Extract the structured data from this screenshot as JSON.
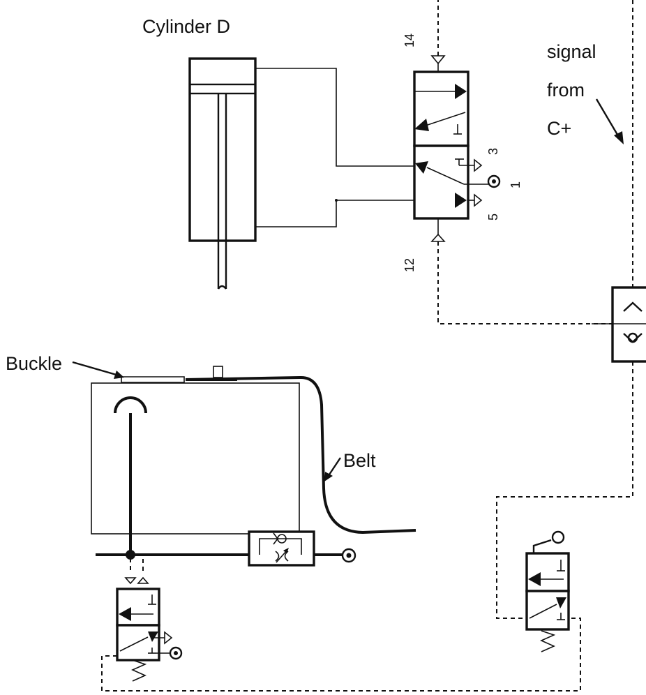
{
  "labels": {
    "cylinder": "Cylinder D",
    "signal_line1": "signal",
    "signal_line2": "from",
    "signal_line3": "C+",
    "buckle": "Buckle",
    "belt": "Belt"
  },
  "ports": {
    "p14": "14",
    "p12": "12",
    "p3": "3",
    "p1": "1",
    "p5": "5"
  },
  "colors": {
    "line": "#111111",
    "background": "#ffffff"
  }
}
